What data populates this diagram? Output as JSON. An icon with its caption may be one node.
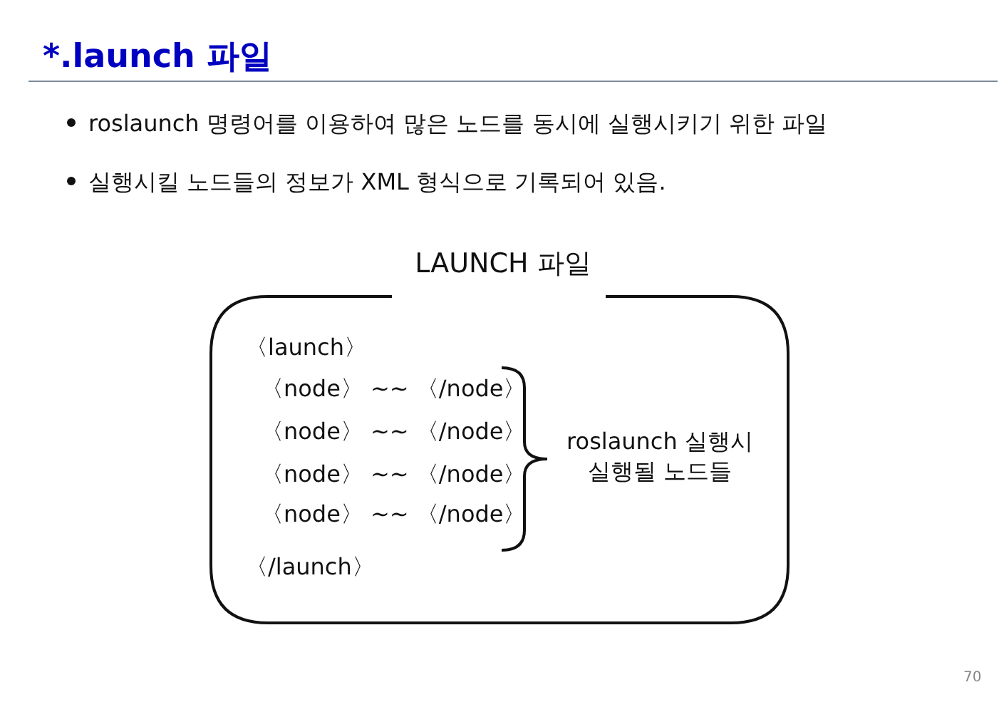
{
  "diagram": {
    "title": "*.launch 파일",
    "nodes": [
      {
        "text": [
          "LAUNCH 파일",
          "〈launch〉",
          "〈node〉 ~~ 〈/node〉",
          "〈node〉 ~~ 〈/node〉",
          "〈node〉 ~~ 〈/node〉",
          "〈node〉 ~~ 〈/node〉",
          "〈/launch〉",
          "roslaunch 실행시 실행될 노드들"
        ]
      }
    ],
    "labels": [
      "roslaunch 명령어를 이용하여 많은 노드를 동시에 실행시키기 위한 파일",
      "실행시킬 노드들의 정보가 XML 형식으로 기록되어 있음.",
      "70"
    ]
  }
}
